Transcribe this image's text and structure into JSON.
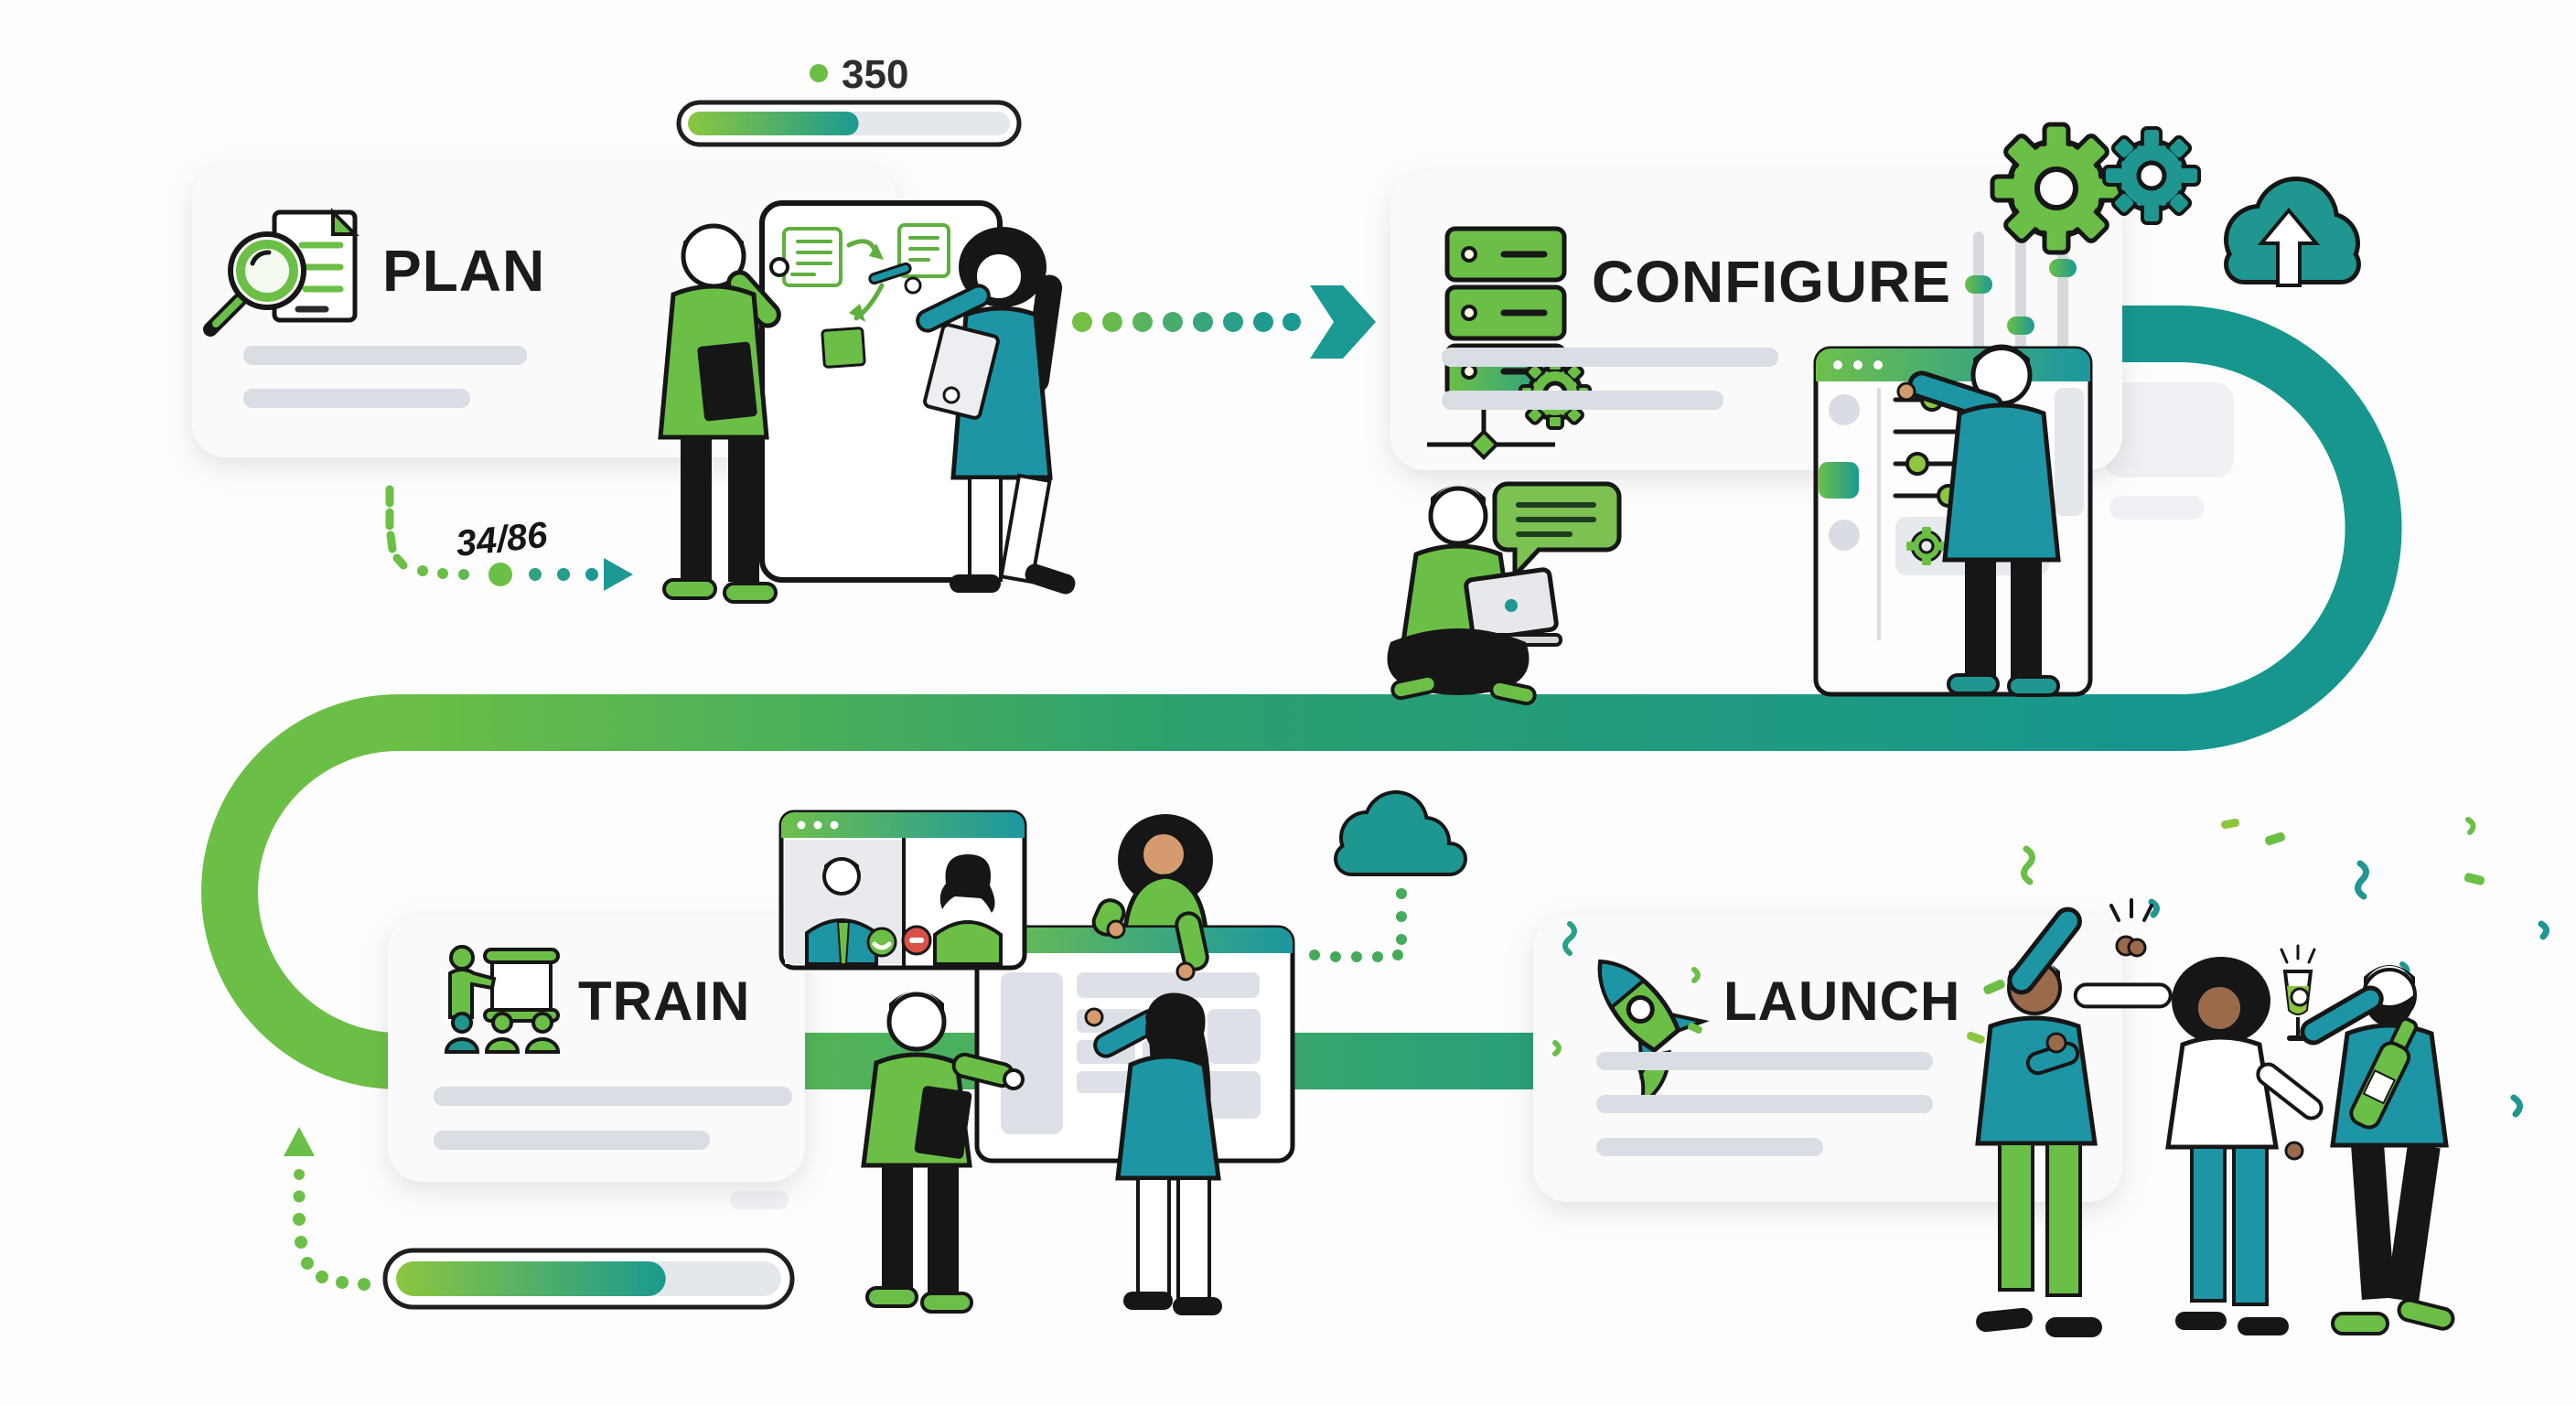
{
  "illustration_title": "Onboarding journey roadmap: Plan, Configure, Train, Launch",
  "stages": {
    "plan": {
      "label": "PLAN",
      "icon": "magnifier-document-icon"
    },
    "configure": {
      "label": "CONFIGURE",
      "icon": "server-stack-icon"
    },
    "train": {
      "label": "TRAIN",
      "icon": "presentation-icon"
    },
    "launch": {
      "label": "LAUNCH",
      "icon": "rocket-icon"
    }
  },
  "progress_top": {
    "label": "350",
    "percent": 53
  },
  "progress_bottom": {
    "percent": 70
  },
  "milestone_label": "34/86",
  "colors": {
    "green": "#6cbf46",
    "lime": "#8cc63f",
    "teal_band": "#17968e",
    "teal_clothing": "#1d95a5",
    "teal_arrow": "#1b9a93",
    "outline": "#161616",
    "card": "#fafafa",
    "placeholder_gray": "#d9dde4",
    "window_gray": "#e2e5ea",
    "red": "#da5147"
  },
  "icons": [
    "magnifier-document-icon",
    "server-stack-icon",
    "gear-icon",
    "sliders-icon",
    "cloud-upload-icon",
    "cloud-icon",
    "speech-bubble-icon",
    "presentation-icon",
    "rocket-icon",
    "video-call-window",
    "browser-window",
    "laptop-icon",
    "whiteboard",
    "champagne-icon",
    "confetti"
  ]
}
